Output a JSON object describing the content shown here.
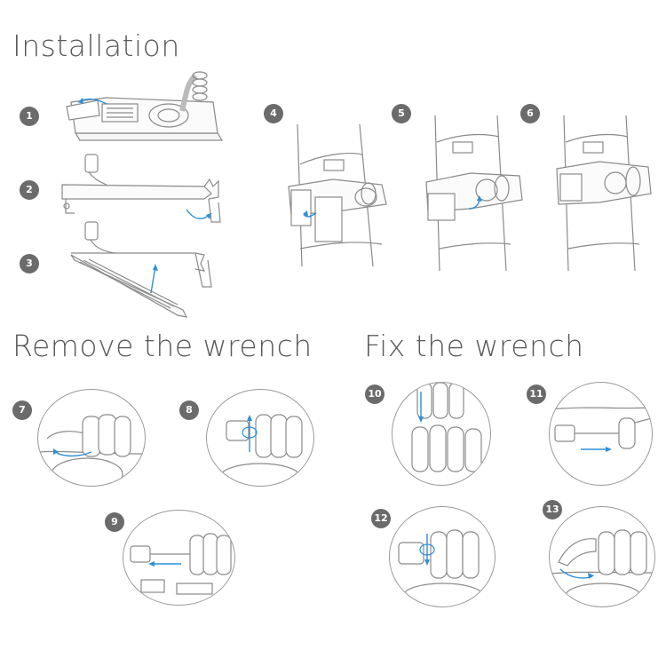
{
  "headings": {
    "installation": "Installation",
    "remove_wrench": "Remove the wrench",
    "fix_wrench": "Fix the wrench"
  },
  "steps": [
    "1",
    "2",
    "3",
    "4",
    "5",
    "6",
    "7",
    "8",
    "9",
    "10",
    "11",
    "12",
    "13"
  ],
  "colors": {
    "line": "#8a8a8a",
    "arrow": "#2f8fd6",
    "badge": "#6b6b6b"
  }
}
